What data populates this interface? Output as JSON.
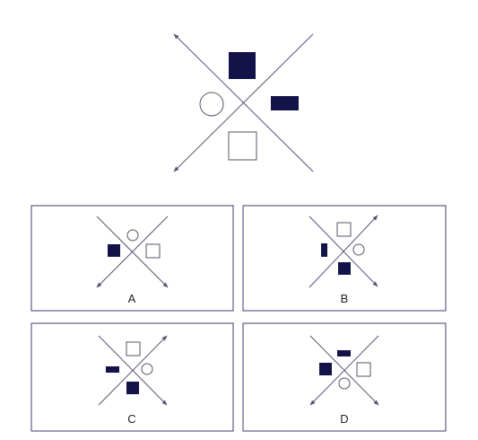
{
  "question": {
    "description_shapes": [
      "large-filled-square",
      "filled-rectangle",
      "hollow-square",
      "hollow-circle"
    ]
  },
  "options": [
    {
      "label": "A"
    },
    {
      "label": "B"
    },
    {
      "label": "C"
    },
    {
      "label": "D"
    }
  ],
  "colors": {
    "filled": "#13134a",
    "line": "#555577",
    "frame": "#3c3c6e"
  }
}
